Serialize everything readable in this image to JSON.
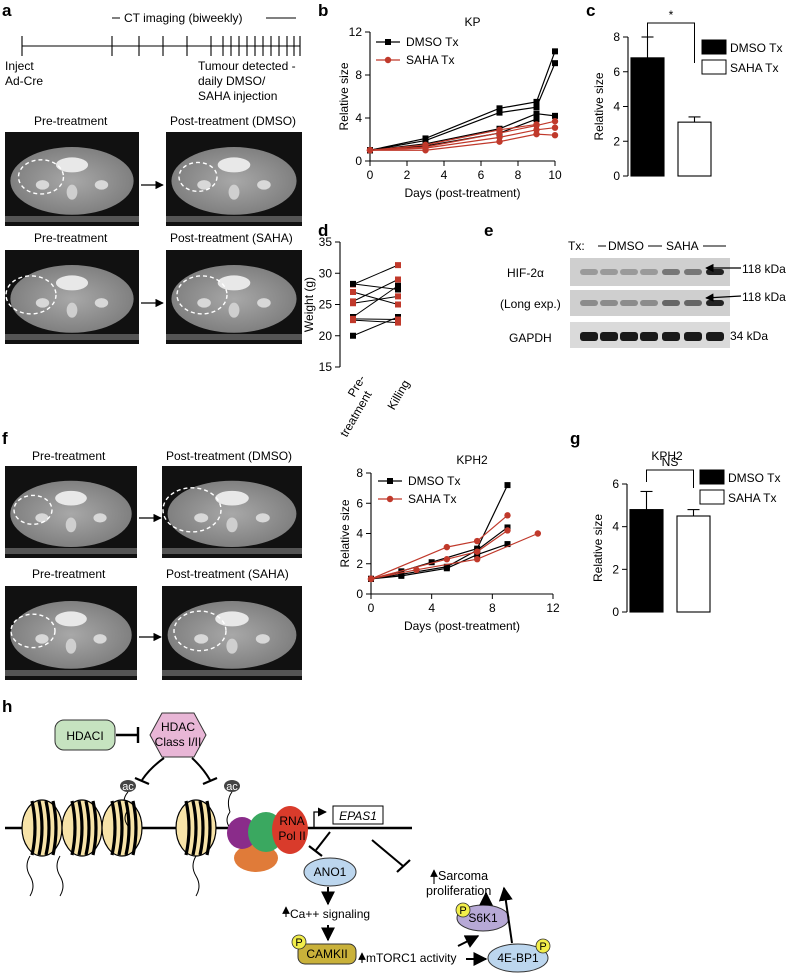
{
  "panels": {
    "a": {
      "label": "a",
      "timeline_title": "CT imaging (biweekly)",
      "inject_l1": "Inject",
      "inject_l2": "Ad-Cre",
      "tumour_l1": "Tumour detected -",
      "tumour_l2": "daily DMSO/",
      "tumour_l3": "SAHA injection",
      "pre1": "Pre-treatment",
      "post1": "Post-treatment (DMSO)",
      "pre2": "Pre-treatment",
      "post2": "Post-treatment (SAHA)"
    },
    "b": {
      "label": "b"
    },
    "c": {
      "label": "c"
    },
    "d": {
      "label": "d"
    },
    "e": {
      "label": "e",
      "tx": "Tx:",
      "dmso": "DMSO",
      "saha": "SAHA",
      "row1": "HIF-2α",
      "row2": "(Long exp.)",
      "row3": "GAPDH",
      "kda1": "118 kDa",
      "kda2": "118 kDa",
      "kda3": "34 kDa"
    },
    "f": {
      "label": "f",
      "pre1": "Pre-treatment",
      "post1": "Post-treatment (DMSO)",
      "pre2": "Pre-treatment",
      "post2": "Post-treatment (SAHA)"
    },
    "g": {
      "label": "g"
    },
    "h": {
      "label": "h",
      "hdaci": "HDACI",
      "hdac_l1": "HDAC",
      "hdac_l2": "Class I/II",
      "ac1": "ac",
      "ac2": "ac",
      "rna_l1": "RNA",
      "rna_l2": "Pol II",
      "gene": "EPAS1",
      "ano1": "ANO1",
      "ca_signal": "Ca++ signaling",
      "camkii": "CAMKII",
      "mtorc1": "mTORC1 activity",
      "s6k1": "S6K1",
      "ebp1": "4E-BP1",
      "sarcoma_l1": "Sarcoma",
      "sarcoma_l2": "proliferation",
      "p": "P"
    }
  },
  "colors": {
    "dmso": "#000000",
    "saha": "#c0392b",
    "node_green": "#c6e3c0",
    "node_pink": "#e8b6d6",
    "node_blue": "#bcd6ee",
    "node_olive": "#c9b13a",
    "node_purple": "#b7a9d6",
    "node_yellow": "#f2ee4a"
  },
  "chart_data": [
    {
      "id": "b",
      "type": "line",
      "title": "KP",
      "xlabel": "Days (post-treatment)",
      "ylabel": "Relative size",
      "xlim": [
        0,
        10
      ],
      "ylim": [
        0,
        12
      ],
      "xticks": [
        0,
        2,
        4,
        6,
        8,
        10
      ],
      "yticks": [
        0,
        4,
        8,
        12
      ],
      "legend": [
        "DMSO Tx",
        "SAHA Tx"
      ],
      "series": [
        {
          "group": "dmso",
          "x": [
            0,
            3,
            7,
            9,
            10
          ],
          "y": [
            1,
            2.1,
            4.9,
            5.5,
            10.2
          ]
        },
        {
          "group": "dmso",
          "x": [
            0,
            3,
            7,
            9,
            10
          ],
          "y": [
            1,
            1.9,
            4.5,
            5.0,
            9.1
          ]
        },
        {
          "group": "dmso",
          "x": [
            0,
            3,
            7,
            9,
            10
          ],
          "y": [
            1,
            1.6,
            3.0,
            4.4,
            4.2
          ]
        },
        {
          "group": "dmso",
          "x": [
            0,
            3,
            7,
            9
          ],
          "y": [
            1,
            1.4,
            2.6,
            3.9
          ]
        },
        {
          "group": "saha",
          "x": [
            0,
            3,
            7,
            9,
            10
          ],
          "y": [
            1,
            1.3,
            2.6,
            3.3,
            3.7
          ]
        },
        {
          "group": "saha",
          "x": [
            0,
            3,
            7,
            9,
            10
          ],
          "y": [
            1,
            1.2,
            2.2,
            2.9,
            3.1
          ]
        },
        {
          "group": "saha",
          "x": [
            0,
            3,
            7,
            9,
            10
          ],
          "y": [
            1,
            1.0,
            1.8,
            2.5,
            2.4
          ]
        },
        {
          "group": "saha",
          "x": [
            0,
            3,
            7,
            9
          ],
          "y": [
            1,
            1.5,
            2.9,
            3.4
          ]
        }
      ]
    },
    {
      "id": "c",
      "type": "bar",
      "ylabel": "Relative size",
      "ylim": [
        0,
        8
      ],
      "yticks": [
        0,
        2,
        4,
        6,
        8
      ],
      "legend": [
        "DMSO Tx",
        "SAHA Tx"
      ],
      "values": [
        6.8,
        3.1
      ],
      "errors": [
        1.2,
        0.3
      ],
      "significance": "*"
    },
    {
      "id": "d",
      "type": "line",
      "ylabel": "Weight (g)",
      "ylim": [
        15,
        35
      ],
      "yticks": [
        15,
        20,
        25,
        30,
        35
      ],
      "xcat_1": "Pre-treatment",
      "xcat_2": "Killing",
      "pairs": [
        {
          "group": "saha",
          "pre": 28.2,
          "kill": 31.3
        },
        {
          "group": "saha",
          "pre": 27.0,
          "kill": 25.0
        },
        {
          "group": "dmso",
          "pre": 28.3,
          "kill": 27.4
        },
        {
          "group": "saha",
          "pre": 25.2,
          "kill": 26.3
        },
        {
          "group": "dmso",
          "pre": 23.0,
          "kill": 28.0
        },
        {
          "group": "saha",
          "pre": 22.5,
          "kill": 22.1
        },
        {
          "group": "dmso",
          "pre": 20.0,
          "kill": 23.0
        },
        {
          "group": "saha",
          "pre": 22.7,
          "kill": 22.6
        },
        {
          "group": "saha",
          "pre": 25.5,
          "kill": 29.0
        }
      ]
    },
    {
      "id": "f",
      "type": "line",
      "title": "KPH2",
      "xlabel": "Days (post-treatment)",
      "ylabel": "Relative size",
      "xlim": [
        0,
        12
      ],
      "ylim": [
        0,
        8
      ],
      "xticks": [
        0,
        4,
        8,
        12
      ],
      "yticks": [
        0,
        2,
        4,
        6,
        8
      ],
      "legend": [
        "DMSO Tx",
        "SAHA Tx"
      ],
      "series": [
        {
          "group": "dmso",
          "x": [
            0,
            2,
            4,
            7,
            9
          ],
          "y": [
            1,
            1.5,
            2.1,
            3.0,
            7.2
          ]
        },
        {
          "group": "dmso",
          "x": [
            0,
            2,
            5,
            7,
            9
          ],
          "y": [
            1,
            1.3,
            1.8,
            2.9,
            4.4
          ]
        },
        {
          "group": "dmso",
          "x": [
            0,
            2,
            5,
            7,
            9
          ],
          "y": [
            1,
            1.2,
            1.7,
            2.6,
            3.3
          ]
        },
        {
          "group": "saha",
          "x": [
            0,
            5,
            7,
            9
          ],
          "y": [
            1,
            3.1,
            3.5,
            5.2
          ]
        },
        {
          "group": "saha",
          "x": [
            0,
            5,
            7,
            9
          ],
          "y": [
            1,
            2.3,
            2.8,
            4.2
          ]
        },
        {
          "group": "saha",
          "x": [
            0,
            3,
            7,
            11
          ],
          "y": [
            1,
            1.6,
            2.3,
            4.0
          ]
        }
      ]
    },
    {
      "id": "g",
      "type": "bar",
      "title": "KPH2",
      "ylabel": "Relative size",
      "ylim": [
        0,
        6
      ],
      "yticks": [
        0,
        2,
        4,
        6
      ],
      "legend": [
        "DMSO Tx",
        "SAHA Tx"
      ],
      "values": [
        4.8,
        4.5
      ],
      "errors": [
        0.85,
        0.3
      ],
      "significance": "NS"
    }
  ]
}
